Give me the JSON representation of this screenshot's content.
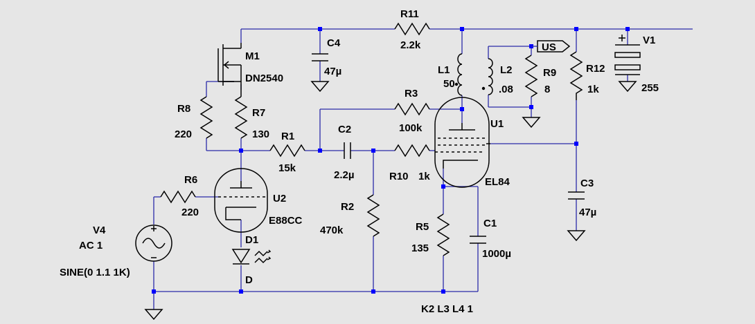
{
  "components": {
    "r11": {
      "name": "R11",
      "value": "2.2k"
    },
    "c4": {
      "name": "C4",
      "value": "47µ"
    },
    "m1": {
      "name": "M1",
      "value": "DN2540"
    },
    "r8": {
      "name": "R8",
      "value": "220"
    },
    "r7": {
      "name": "R7",
      "value": "130"
    },
    "r1": {
      "name": "R1",
      "value": "15k"
    },
    "c2": {
      "name": "C2",
      "value": "2.2µ"
    },
    "r3": {
      "name": "R3",
      "value": "100k"
    },
    "l1": {
      "name": "L1",
      "value": "50"
    },
    "l2": {
      "name": "L2",
      "value": ".08"
    },
    "r9": {
      "name": "R9",
      "value": "8"
    },
    "us": {
      "name": "US"
    },
    "r12": {
      "name": "R12",
      "value": "1k"
    },
    "v1": {
      "name": "V1",
      "value": "255"
    },
    "u1": {
      "name": "U1",
      "value": "EL84"
    },
    "r10": {
      "name": "R10",
      "value": "1k"
    },
    "r2": {
      "name": "R2",
      "value": "470k"
    },
    "r5": {
      "name": "R5",
      "value": "135"
    },
    "c1": {
      "name": "C1",
      "value": "1000µ"
    },
    "c3": {
      "name": "C3",
      "value": "47µ"
    },
    "r6": {
      "name": "R6",
      "value": "220"
    },
    "u2": {
      "name": "U2",
      "value": "E88CC"
    },
    "v4": {
      "name": "V4",
      "value": "AC 1",
      "spec": "SINE(0 1.1 1K)"
    },
    "d1": {
      "name": "D1",
      "value": "D"
    }
  },
  "directive": "K2 L3 L4 1"
}
